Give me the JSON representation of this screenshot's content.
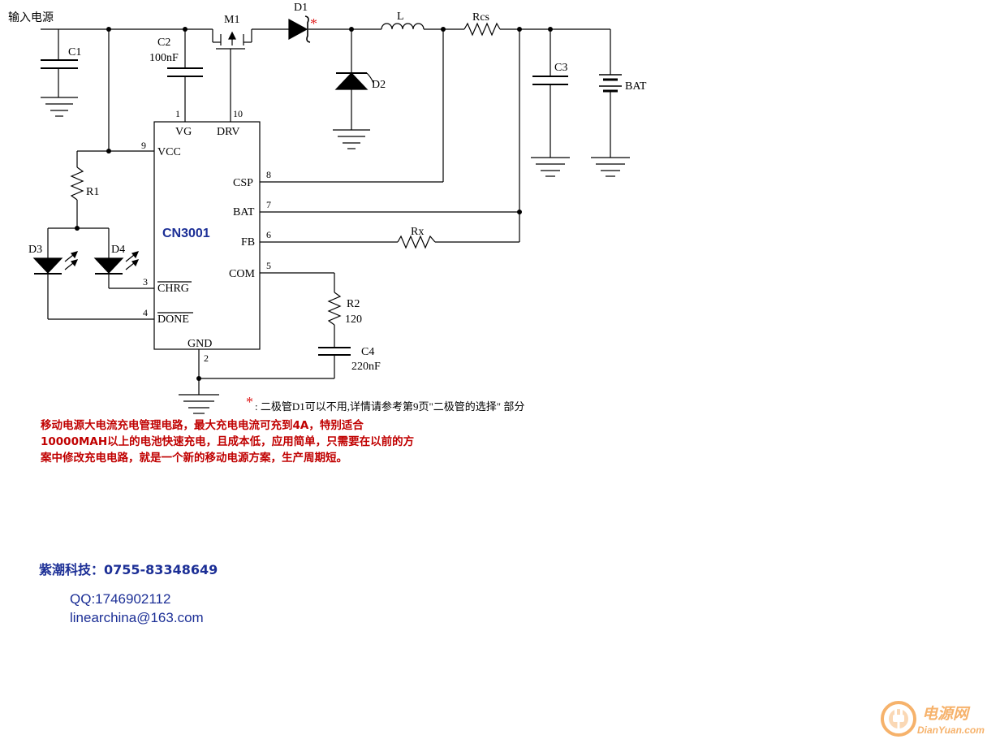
{
  "schematic": {
    "input_label": "输入电源",
    "chip_name": "CN3001",
    "components": {
      "c1": "C1",
      "c2": "C2",
      "c2_value": "100nF",
      "m1": "M1",
      "d1": "D1",
      "d1_mark": "*",
      "inductor": "L",
      "rcs": "Rcs",
      "c3": "C3",
      "bat": "BAT",
      "d2": "D2",
      "r1": "R1",
      "d3": "D3",
      "d4": "D4",
      "rx": "Rx",
      "r2": "R2",
      "r2_value": "120",
      "c4": "C4",
      "c4_value": "220nF"
    },
    "pins": [
      {
        "num": "1",
        "name": "VG"
      },
      {
        "num": "10",
        "name": "DRV"
      },
      {
        "num": "9",
        "name": "VCC"
      },
      {
        "num": "8",
        "name": "CSP"
      },
      {
        "num": "7",
        "name": "BAT"
      },
      {
        "num": "6",
        "name": "FB"
      },
      {
        "num": "5",
        "name": "COM"
      },
      {
        "num": "3",
        "name": "CHRG"
      },
      {
        "num": "4",
        "name": "DONE"
      },
      {
        "num": "2",
        "name": "GND"
      }
    ],
    "footnote_mark": "*",
    "footnote": ": 二极管D1可以不用,详情请参考第9页\"二极管的选择\" 部分"
  },
  "description": {
    "lines": [
      "移动电源大电流充电管理电路，最大充电电流可充到4A，特别适合",
      "10000MAH以上的电池快速充电，且成本低，应用简单，只需要在以前的方",
      "案中修改充电电路，就是一个新的移动电源方案，生产周期短。"
    ]
  },
  "contact": {
    "company": "紫潮科技：0755-83348649",
    "qq": "QQ:1746902112",
    "email": "linearchina@163.com"
  },
  "watermark": {
    "text": "电源网",
    "url": "DianYuan.com"
  },
  "colors": {
    "wire": "#000000",
    "chip_label": "#1c2f96",
    "description": "#c00000",
    "contact": "#1c2f96",
    "mark": "#e02020",
    "watermark": "#f6b26b"
  }
}
